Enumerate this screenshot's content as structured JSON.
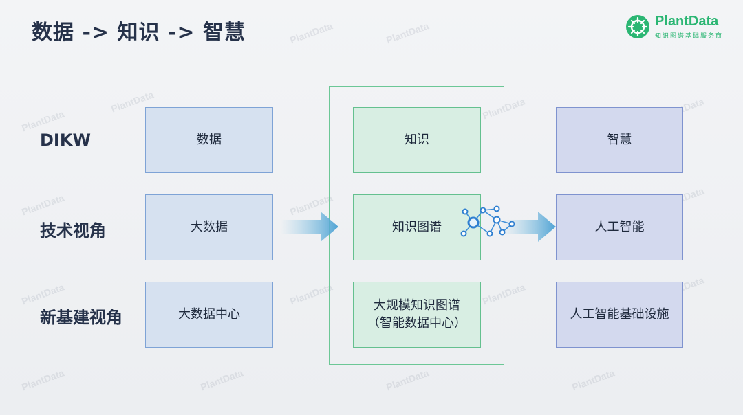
{
  "title": "数据 -> 知识 -> 智慧",
  "logo": {
    "brand": "PlantData",
    "tagline": "知识图谱基础服务商"
  },
  "row_labels": [
    "DIKW",
    "技术视角",
    "新基建视角"
  ],
  "columns": {
    "data": [
      "数据",
      "大数据",
      "大数据中心"
    ],
    "knowledge": [
      "知识",
      "知识图谱",
      "大规模知识图谱",
      "（智能数据中心）"
    ],
    "wisdom": [
      "智慧",
      "人工智能",
      "人工智能基础设施"
    ]
  },
  "watermark": "PlantData",
  "colors": {
    "green_accent": "#2bb673",
    "blue_box": "#d6e1f0",
    "green_box": "#d8eee3",
    "purple_box": "#d3d9ee",
    "arrow": "#5aa9d6"
  }
}
